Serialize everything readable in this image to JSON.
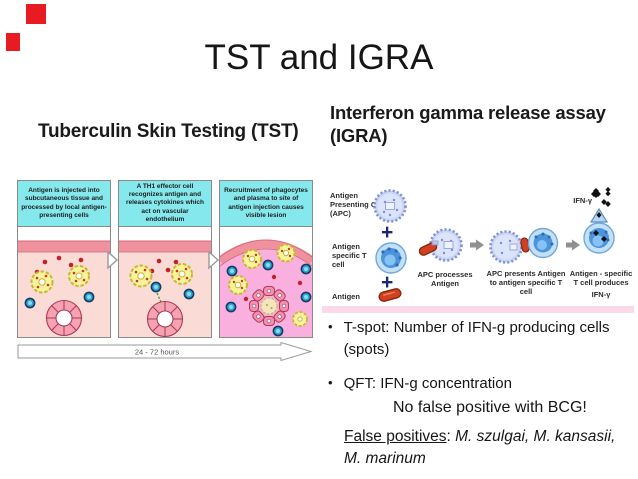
{
  "slide": {
    "title": "TST and IGRA",
    "accent_red": "#E81B23"
  },
  "icons": {
    "bullet": "•",
    "plus": "+"
  },
  "left": {
    "heading": "Tuberculin Skin Testing (TST)",
    "figure": {
      "panels": [
        {
          "caption": "Antigen is injected into subcutaneous tissue and processed by local antigen-presenting cells"
        },
        {
          "caption": "A TH1 effector cell recognizes antigen and releases cytokines which act on vascular endothelium"
        },
        {
          "caption": "Recruitment of phagocytes and plasma to site of antigen injection causes visible lesion"
        }
      ],
      "timeline_label": "24 - 72 hours"
    }
  },
  "right": {
    "heading": "Interferon gamma release assay (IGRA)",
    "figure": {
      "apc_label": "Antigen Presenting Cell (APC)",
      "tcell_label": "Antigen specific T cell",
      "antigen_label": "Antigen",
      "step1_label": "APC processes Antigen",
      "step2_label": "APC presents Antigen to antigen specific T cell",
      "step3_label": "Antigen - specific T cell produces",
      "step3_ifn": "IFN-γ",
      "ifn_top_label": "IFN-γ"
    },
    "bullets": [
      {
        "text": "T-spot: Number of IFN-g producing cells (spots)"
      },
      {
        "text": "QFT: IFN-g concentration"
      }
    ],
    "note": "No false positive with BCG!",
    "false_positives": {
      "label": "False positives",
      "separator": ": ",
      "species": "M. szulgai, M. kansasii, M. marinum"
    }
  }
}
